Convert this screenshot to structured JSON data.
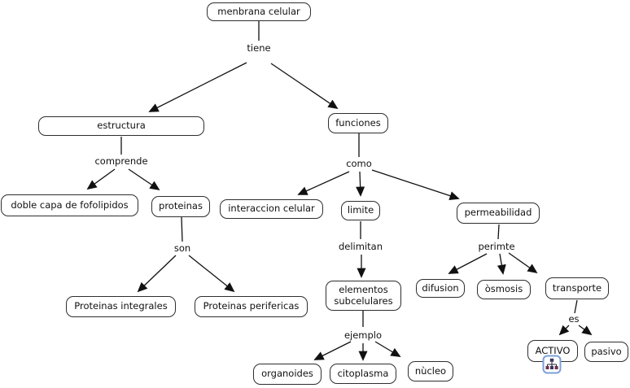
{
  "diagram": {
    "title_concept": "menbrana celular",
    "concepts": {
      "menbrana_celular": {
        "label": "menbrana celular"
      },
      "estructura": {
        "label": "estructura"
      },
      "doble_capa": {
        "label": "doble capa de fofolipidos"
      },
      "proteinas": {
        "label": "proteinas"
      },
      "proteinas_integrales": {
        "label": "Proteinas integrales"
      },
      "proteinas_perifericas": {
        "label": "Proteinas perifericas"
      },
      "funciones": {
        "label": "funciones"
      },
      "interaccion_celular": {
        "label": "interaccion celular"
      },
      "limite": {
        "label": "limite"
      },
      "elementos_subcelulares": {
        "label": "elementos subcelulares"
      },
      "organoides": {
        "label": "organoides"
      },
      "citoplasma": {
        "label": "citoplasma"
      },
      "nucleo": {
        "label": "nùcleo"
      },
      "permeabilidad": {
        "label": "permeabilidad"
      },
      "difusion": {
        "label": "difusion"
      },
      "osmosis": {
        "label": "òsmosis"
      },
      "transporte": {
        "label": "transporte"
      },
      "activo": {
        "label": "ACTIVO"
      },
      "pasivo": {
        "label": "pasivo"
      }
    },
    "linking_phrases": {
      "tiene": {
        "label": "tiene"
      },
      "comprende": {
        "label": "comprende"
      },
      "son": {
        "label": "son"
      },
      "como": {
        "label": "como"
      },
      "delimitan": {
        "label": "delimitan"
      },
      "ejemplo": {
        "label": "ejemplo"
      },
      "perimte": {
        "label": "perimte"
      },
      "es": {
        "label": "es"
      }
    },
    "propositions": [
      {
        "from": "menbrana celular",
        "link": "tiene",
        "to": [
          "estructura",
          "funciones"
        ]
      },
      {
        "from": "estructura",
        "link": "comprende",
        "to": [
          "doble capa de fofolipidos",
          "proteinas"
        ]
      },
      {
        "from": "proteinas",
        "link": "son",
        "to": [
          "Proteinas integrales",
          "Proteinas perifericas"
        ]
      },
      {
        "from": "funciones",
        "link": "como",
        "to": [
          "interaccion celular",
          "limite",
          "permeabilidad"
        ]
      },
      {
        "from": "limite",
        "link": "delimitan",
        "to": [
          "elementos subcelulares"
        ]
      },
      {
        "from": "elementos subcelulares",
        "link": "ejemplo",
        "to": [
          "organoides",
          "citoplasma",
          "nùcleo"
        ]
      },
      {
        "from": "permeabilidad",
        "link": "perimte",
        "to": [
          "difusion",
          "òsmosis",
          "transporte"
        ]
      },
      {
        "from": "transporte",
        "link": "es",
        "to": [
          "ACTIVO",
          "pasivo"
        ]
      }
    ],
    "icons": {
      "submap": "linked-submap-icon"
    },
    "colors": {
      "background": "#ffffff",
      "node_fill": "#ffffff",
      "node_border": "#2e2e2e",
      "line": "#111111",
      "icon_border": "#7da0d8"
    }
  }
}
